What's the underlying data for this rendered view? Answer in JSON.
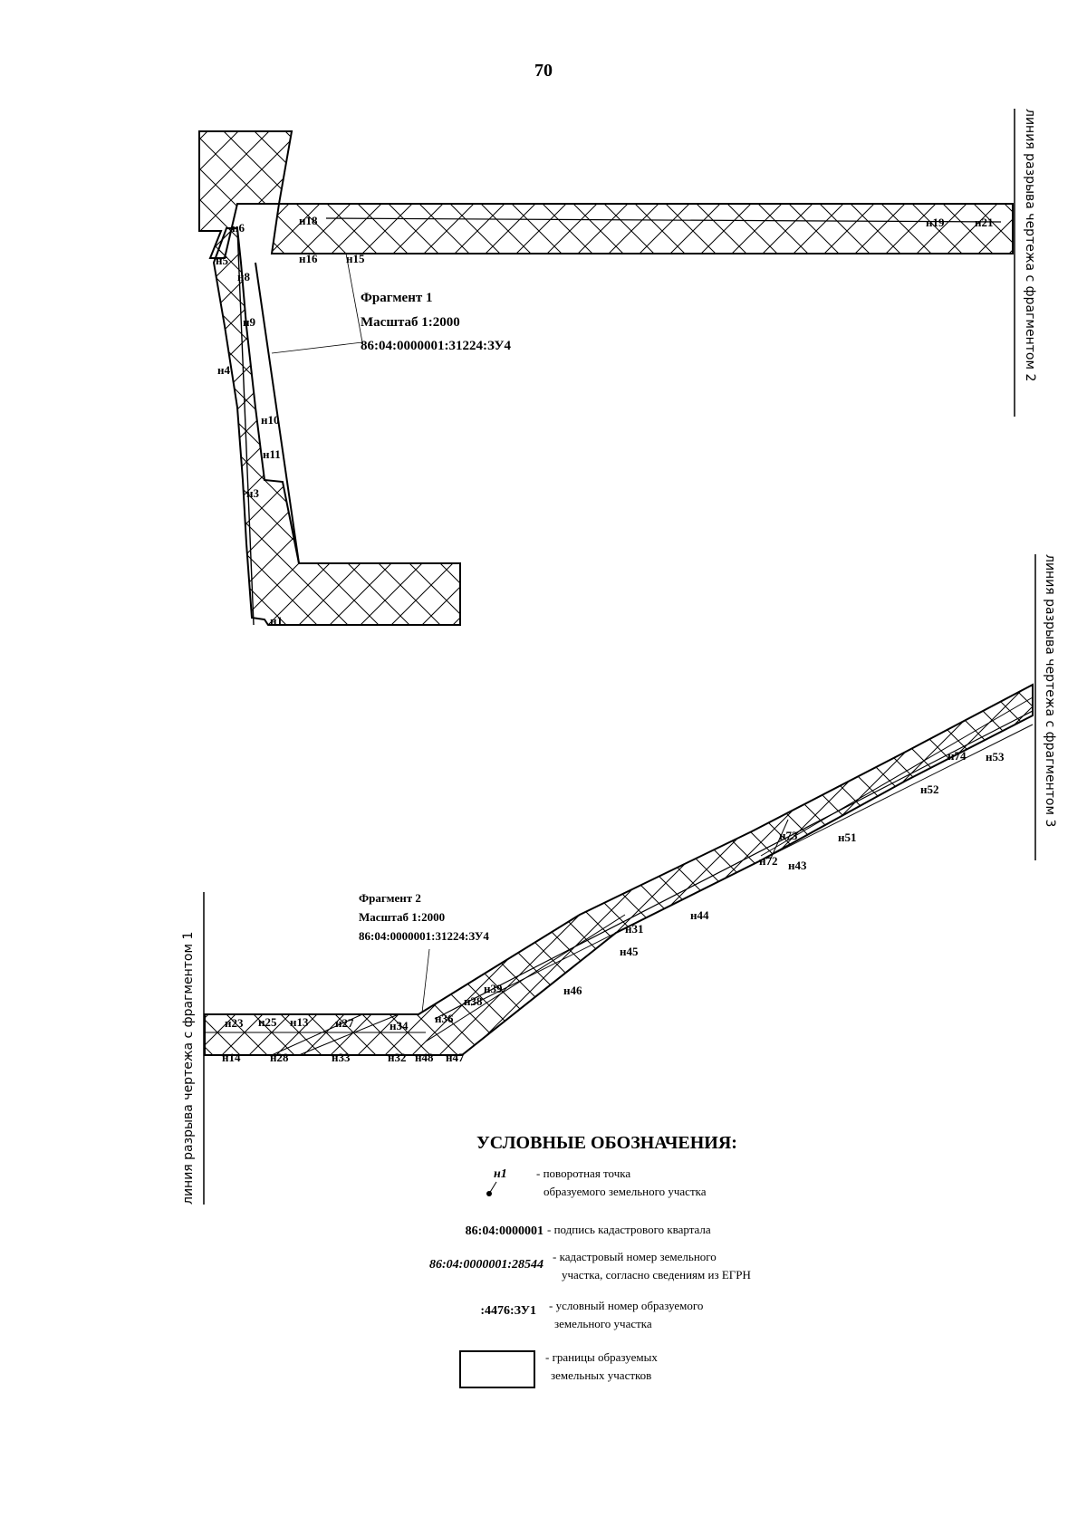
{
  "page": {
    "number": "70"
  },
  "break_lines": {
    "to_fragment_2": "линия разрыва чертежа с фрагментом 2",
    "to_fragment_3": "линия разрыва чертежа с фрагментом 3",
    "to_fragment_1": "линия разрыва чертежа с фрагментом 1"
  },
  "fragment1": {
    "title": "Фрагмент 1",
    "scale": "Масштаб 1:2000",
    "cadastral": "86:04:0000001:31224:ЗУ4",
    "points": [
      "н18",
      "н19",
      "н21",
      "н6",
      "н5",
      "н16",
      "н15",
      "н8",
      "н9",
      "н4",
      "н10",
      "н11",
      "н3",
      "н1"
    ]
  },
  "fragment2": {
    "title": "Фрагмент 2",
    "scale": "Масштаб 1:2000",
    "cadastral": "86:04:0000001:31224:ЗУ4",
    "points": [
      "н74",
      "н53",
      "н52",
      "н73",
      "н51",
      "н72",
      "н43",
      "н31",
      "н44",
      "н45",
      "н39",
      "н38",
      "н46",
      "н36",
      "н23",
      "н25",
      "н13",
      "н27",
      "н34",
      "н14",
      "н28",
      "н33",
      "н32",
      "н48",
      "н47"
    ]
  },
  "legend": {
    "title": "УСЛОВНЫЕ ОБОЗНАЧЕНИЯ:",
    "items": [
      {
        "key": "н1",
        "desc1": "- поворотная точка",
        "desc2": "образуемого земельного участка"
      },
      {
        "key": "86:04:0000001",
        "desc1": "- подпись кадастрового квартала",
        "desc2": ""
      },
      {
        "key": "86:04:0000001:28544",
        "desc1": "- кадастровый номер земельного",
        "desc2": "участка, согласно сведениям из ЕГРН"
      },
      {
        "key": ":4476:ЗУ1",
        "desc1": "- условный номер образуемого",
        "desc2": "земельного участка"
      },
      {
        "key": "",
        "desc1": "- границы образуемых",
        "desc2": "земельных участков"
      }
    ]
  }
}
